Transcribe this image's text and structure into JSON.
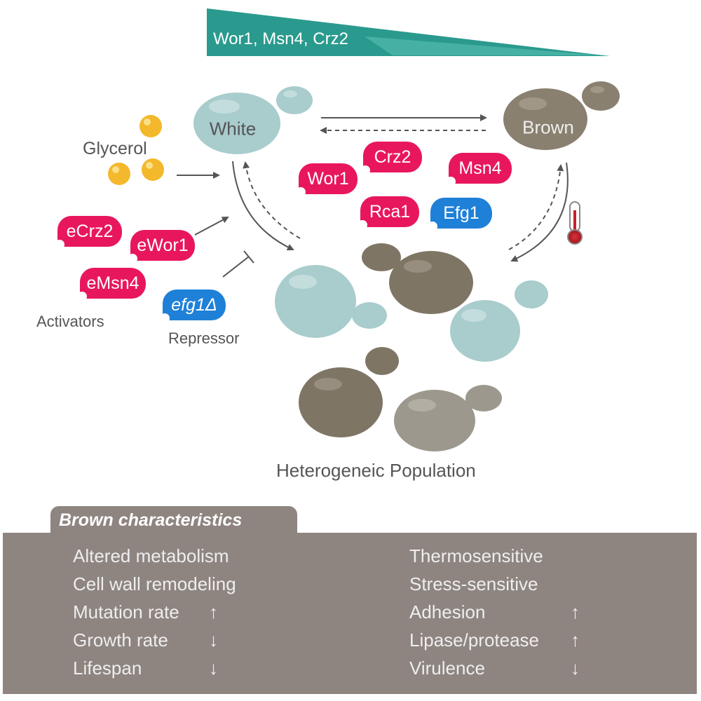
{
  "gradient": {
    "label": "Wor1, Msn4, Crz2",
    "color": "#2a9a8e"
  },
  "cells": {
    "white_label": "White",
    "brown_label": "Brown",
    "white_color": "#a9cccd",
    "brown_color": "#8a8070"
  },
  "inputs": {
    "glycerol": "Glycerol",
    "activators_label": "Activators",
    "repressor_label": "Repressor"
  },
  "activator_pills": [
    "eCrz2",
    "eWor1",
    "eMsn4"
  ],
  "repressor_pill": "efg1Δ",
  "regulators": {
    "red": [
      "Wor1",
      "Crz2",
      "Msn4",
      "Rca1"
    ],
    "blue": [
      "Efg1"
    ],
    "red_color": "#e8175d",
    "blue_color": "#1f80d8"
  },
  "population_label": "Heterogeneic Population",
  "characteristics": {
    "title": "Brown characteristics",
    "left": [
      {
        "text": "Altered metabolism",
        "arrow": ""
      },
      {
        "text": "Cell wall remodeling",
        "arrow": ""
      },
      {
        "text": "Mutation rate",
        "arrow": "↑"
      },
      {
        "text": "Growth rate",
        "arrow": "↓"
      },
      {
        "text": "Lifespan",
        "arrow": "↓"
      }
    ],
    "right": [
      {
        "text": "Thermosensitive",
        "arrow": ""
      },
      {
        "text": "Stress-sensitive",
        "arrow": ""
      },
      {
        "text": "Adhesion",
        "arrow": "↑"
      },
      {
        "text": "Lipase/protease",
        "arrow": "↑"
      },
      {
        "text": "Virulence",
        "arrow": "↓"
      }
    ]
  }
}
